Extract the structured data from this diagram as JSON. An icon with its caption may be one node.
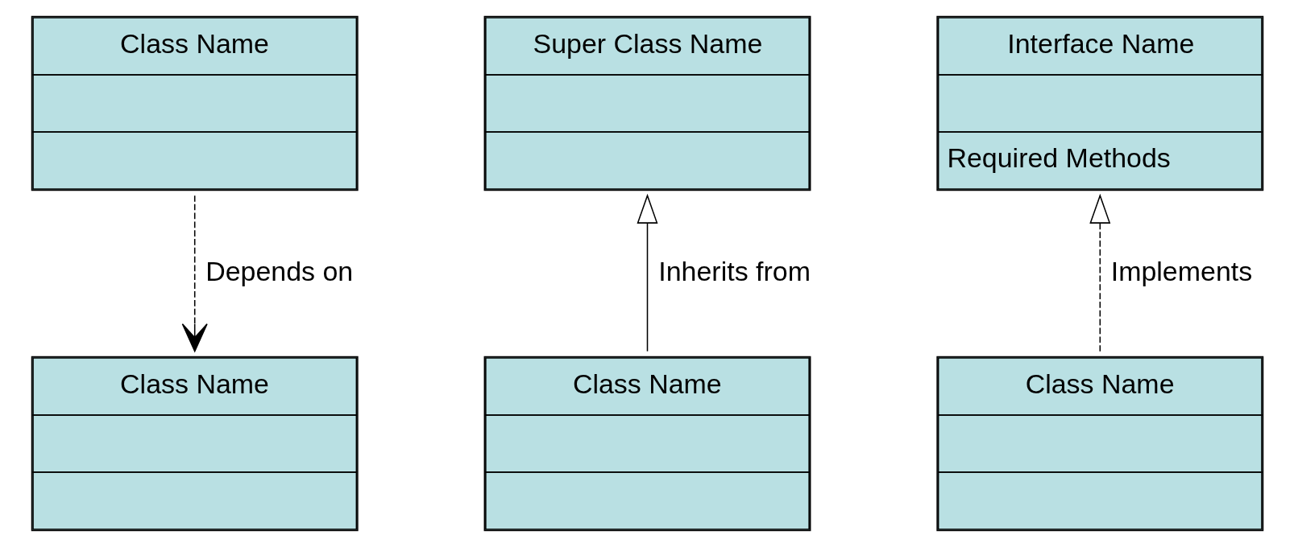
{
  "diagram": {
    "nodes": [
      {
        "text": [
          "Class Name"
        ]
      },
      {
        "text": [
          "Super Class Name"
        ]
      },
      {
        "text": [
          "Interface Name",
          "Required Methods"
        ]
      },
      {
        "text": [
          "Class Name"
        ]
      },
      {
        "text": [
          "Class Name"
        ]
      },
      {
        "text": [
          "Class Name"
        ]
      }
    ],
    "edges": [
      {
        "from": 0,
        "to": 3,
        "arrow": "to",
        "style": "dashed",
        "label": "Depends on"
      },
      {
        "from": 4,
        "to": 1,
        "arrow": "to",
        "label": "Inherits from"
      },
      {
        "from": 5,
        "to": 2,
        "arrow": "to",
        "style": "dashed",
        "label": "Implements"
      }
    ]
  }
}
